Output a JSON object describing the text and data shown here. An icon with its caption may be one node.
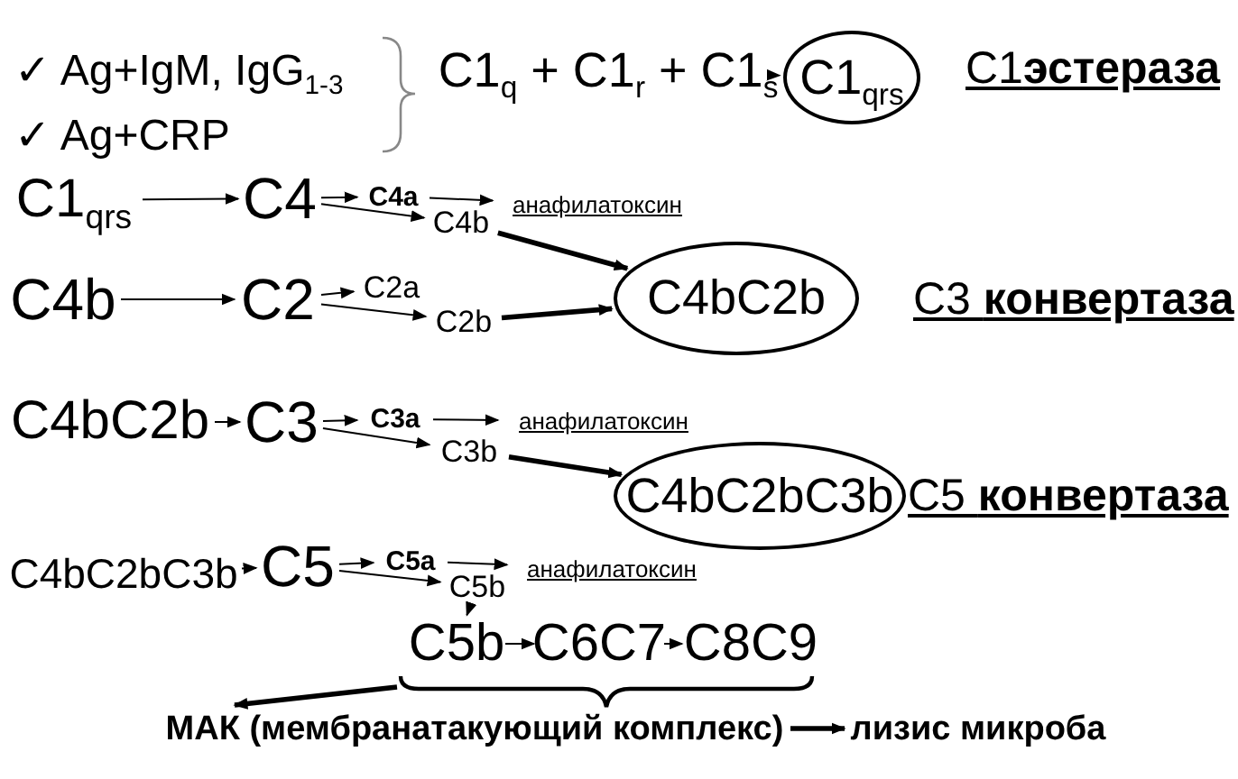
{
  "diagram": {
    "nodes": [
      {
        "text": [
          "C1$_{q}$ + C1$_{r}$ + C1$_{s}$"
        ]
      },
      {
        "text": [
          "C1$_{qrs}$"
        ],
        "beside": [
          "C1**эстераза**"
        ]
      },
      {
        "text": [
          "C1$_{qrs}$"
        ]
      },
      {
        "text": [
          "C4"
        ]
      },
      {
        "text": [
          "C4a"
        ]
      },
      {
        "text": [
          "анафилатоксин"
        ]
      },
      {
        "text": [
          "C4b"
        ]
      },
      {
        "text": [
          "C4b"
        ]
      },
      {
        "text": [
          "C2"
        ]
      },
      {
        "text": [
          "C2a"
        ]
      },
      {
        "text": [
          "C2b"
        ]
      },
      {
        "text": [
          "C4bC2b"
        ],
        "beside": [
          "C3 **конвертаза**"
        ]
      },
      {
        "text": [
          "C4bC2b"
        ]
      },
      {
        "text": [
          "C3"
        ]
      },
      {
        "text": [
          "C3a"
        ]
      },
      {
        "text": [
          "анафилатоксин"
        ]
      },
      {
        "text": [
          "C3b"
        ]
      },
      {
        "text": [
          "C4bC2bC3b"
        ],
        "beside": [
          "C5 **конвертаза**"
        ]
      },
      {
        "text": [
          "C4bC2bC3b"
        ]
      },
      {
        "text": [
          "C5"
        ]
      },
      {
        "text": [
          "C5a"
        ]
      },
      {
        "text": [
          "анафилатоксин"
        ]
      },
      {
        "text": [
          "C5b"
        ]
      },
      {
        "text": [
          "C5b"
        ]
      },
      {
        "text": [
          "C6C7"
        ]
      },
      {
        "text": [
          "C8C9"
        ]
      },
      {
        "text": [
          "МАК (мембранатакующий комплекс)"
        ]
      },
      {
        "text": [
          "лизис микроба"
        ]
      },
      {
        "text": [],
        "shape": "brace"
      }
    ],
    "edges": [
      {
        "from": 0,
        "to": 1,
        "arrow": "to"
      },
      {
        "from": 2,
        "to": 3,
        "arrow": "to"
      },
      {
        "from": 3,
        "to": 4,
        "arrow": "to"
      },
      {
        "from": 3,
        "to": 6,
        "arrow": "to"
      },
      {
        "from": 4,
        "to": 5,
        "arrow": "to"
      },
      {
        "from": 6,
        "to": 11,
        "arrow": "to",
        "style": "thick"
      },
      {
        "from": 7,
        "to": 8,
        "arrow": "to"
      },
      {
        "from": 8,
        "to": 9,
        "arrow": "to"
      },
      {
        "from": 8,
        "to": 10,
        "arrow": "to"
      },
      {
        "from": 10,
        "to": 11,
        "arrow": "to",
        "style": "thick"
      },
      {
        "from": 12,
        "to": 13,
        "arrow": "to"
      },
      {
        "from": 13,
        "to": 14,
        "arrow": "to"
      },
      {
        "from": 13,
        "to": 16,
        "arrow": "to"
      },
      {
        "from": 14,
        "to": 15,
        "arrow": "to"
      },
      {
        "from": 16,
        "to": 17,
        "arrow": "to",
        "style": "thick"
      },
      {
        "from": 18,
        "to": 19,
        "arrow": "to"
      },
      {
        "from": 19,
        "to": 20,
        "arrow": "to"
      },
      {
        "from": 19,
        "to": 22,
        "arrow": "to"
      },
      {
        "from": 20,
        "to": 21,
        "arrow": "to"
      },
      {
        "from": 22,
        "to": 23,
        "arrow": "to"
      },
      {
        "from": 23,
        "to": 24,
        "arrow": "to"
      },
      {
        "from": 24,
        "to": 25,
        "arrow": "to"
      },
      {
        "from": 28,
        "to": 26,
        "arrow": "to",
        "style": "thick"
      },
      {
        "from": 26,
        "to": 27,
        "arrow": "to",
        "style": "thick"
      }
    ],
    "labels": [
      "✓ Ag+IgM, IgG$_{1-3}$",
      "✓ Ag+CRP"
    ]
  }
}
